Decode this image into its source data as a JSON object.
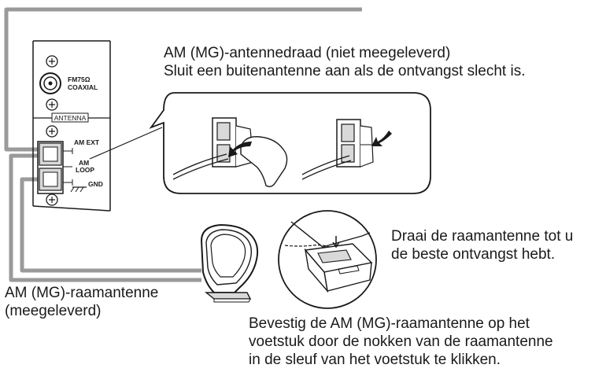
{
  "panel": {
    "fm_label": "FM75Ω",
    "coaxial_label": "COAXIAL",
    "antenna_label": "ANTENNA",
    "am_ext_label": "AM EXT",
    "am_label": "AM",
    "loop_label": "LOOP",
    "gnd_label": "GND"
  },
  "captions": {
    "wire_line1": "AM (MG)-antennedraad (niet meegeleverd)",
    "wire_line2": "Sluit een buitenantenne aan als de ontvangst slecht is.",
    "rotate_line1": "Draai de raamantenne tot u",
    "rotate_line2": "de beste ontvangst hebt.",
    "loop_line1": "AM (MG)-raamantenne",
    "loop_line2": "(meegeleverd)",
    "attach_line1": "Bevestig de AM (MG)-raamantenne op het",
    "attach_line2": "voetstuk door de nokken van de raamantenne",
    "attach_line3": "in de sleuf van het voetstuk te klikken."
  },
  "colors": {
    "cable": "#9a9a9a",
    "line": "#1a1a1a",
    "terminal_fill": "#d9d9d9"
  }
}
